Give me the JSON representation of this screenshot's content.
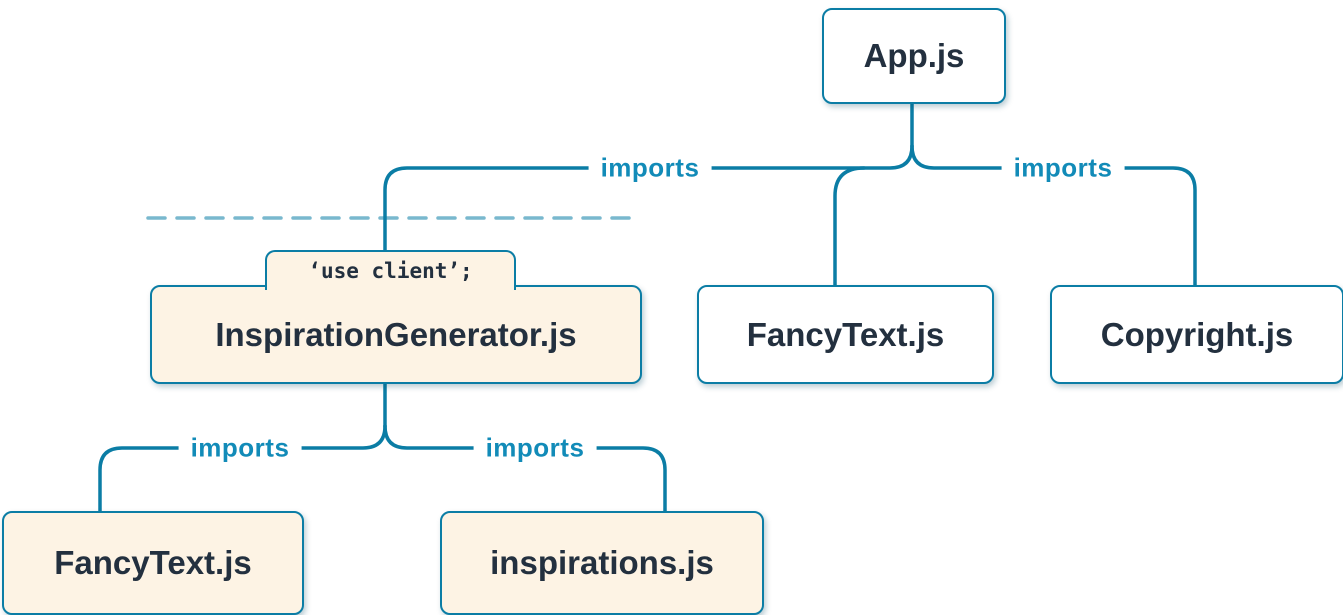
{
  "diagram": {
    "type": "module-dependency-tree",
    "colors": {
      "edge_line": "#0b7da5",
      "imports_label": "#128bb8",
      "node_border": "#0b7da5",
      "server_node_bg": "#ffffff",
      "client_node_bg": "#fdf3e4",
      "node_text": "#23303f"
    },
    "nodes": {
      "app": {
        "label": "App.js",
        "variant": "server"
      },
      "inspiration_generator": {
        "label": "InspirationGenerator.js",
        "variant": "client",
        "directive": "‘use client’;"
      },
      "fancytext_top": {
        "label": "FancyText.js",
        "variant": "server"
      },
      "copyright": {
        "label": "Copyright.js",
        "variant": "server"
      },
      "fancytext_bottom": {
        "label": "FancyText.js",
        "variant": "client"
      },
      "inspirations": {
        "label": "inspirations.js",
        "variant": "client"
      }
    },
    "edges": [
      {
        "from": "App.js",
        "to": "InspirationGenerator.js",
        "label": "imports"
      },
      {
        "from": "App.js",
        "to": "FancyText.js",
        "label": ""
      },
      {
        "from": "App.js",
        "to": "Copyright.js",
        "label": "imports"
      },
      {
        "from": "InspirationGenerator.js",
        "to": "FancyText.js",
        "label": "imports"
      },
      {
        "from": "InspirationGenerator.js",
        "to": "inspirations.js",
        "label": "imports"
      }
    ]
  }
}
